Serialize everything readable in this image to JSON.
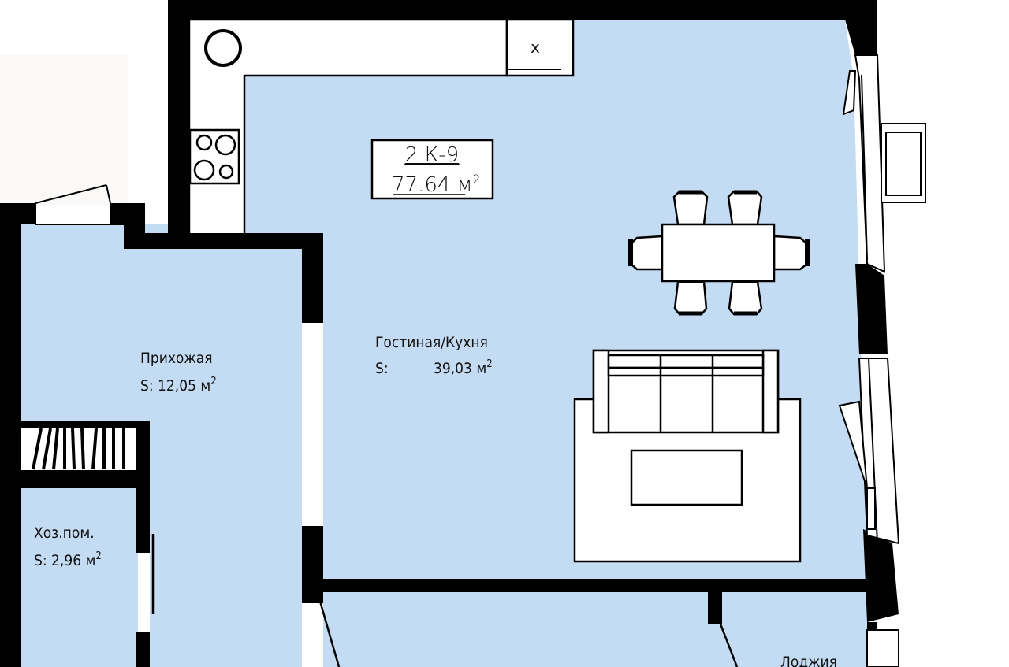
{
  "colors": {
    "room_fill": "#c4dcf3",
    "wall": "#000000",
    "furniture_fill": "#ffffff",
    "background": "#ffffff"
  },
  "apartment": {
    "code": "2 К-9",
    "area": "77.64 м",
    "area_sup": "2"
  },
  "rooms": {
    "living": {
      "name": "Гостиная/Кухня",
      "area_prefix": "S:",
      "area": "39,03 м",
      "area_sup": "2"
    },
    "hall": {
      "name": "Прихожая",
      "area": "S: 12,05 м",
      "area_sup": "2"
    },
    "storage": {
      "name": "Хоз.пом.",
      "area": "S: 2,96 м",
      "area_sup": "2"
    },
    "loggia": {
      "name": "Лоджия"
    }
  },
  "fixtures": {
    "kitchen_sink": "x"
  },
  "icons": [
    "boiler-circle-icon",
    "stove-icon",
    "sink-icon",
    "dining-table-icon",
    "sofa-icon",
    "coffee-table-icon",
    "window-icon",
    "door-swing-icon"
  ]
}
